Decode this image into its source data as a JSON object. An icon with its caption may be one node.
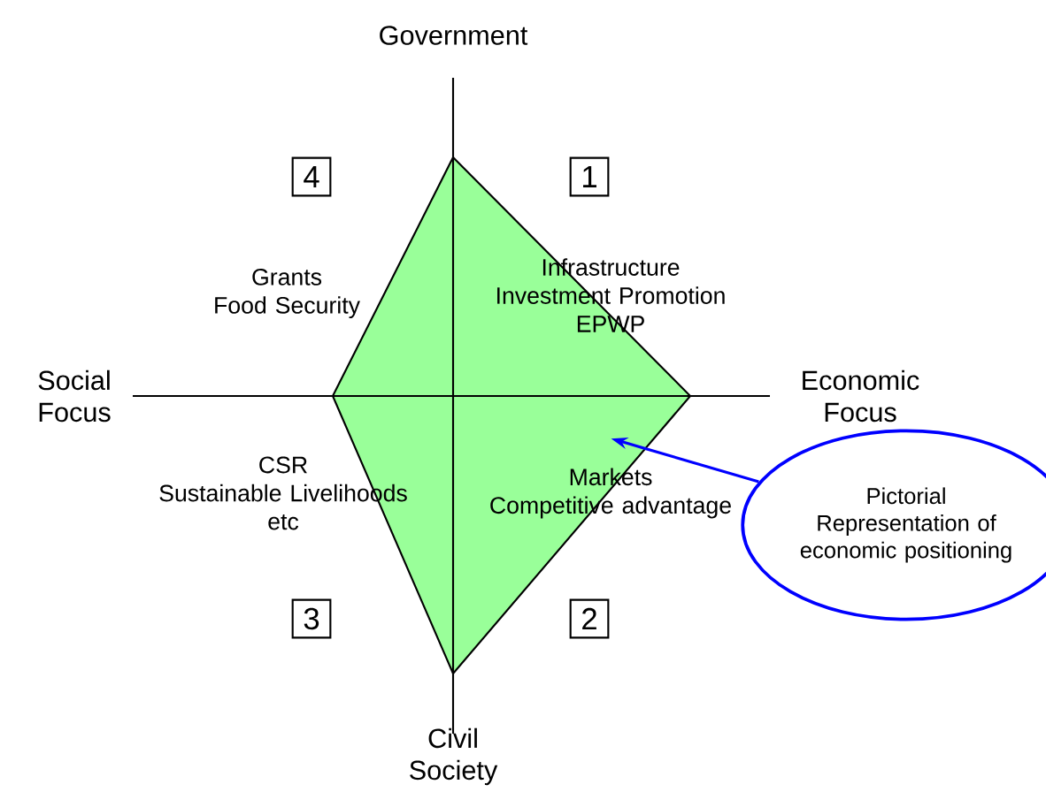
{
  "diagram": {
    "nodes": [
      {
        "text": [
          "4"
        ]
      },
      {
        "text": [
          "1"
        ]
      },
      {
        "text": [],
        "shape": "diamond"
      },
      {
        "text": [
          "3"
        ]
      },
      {
        "text": [
          "2"
        ]
      },
      {
        "text": [
          "Pictorial Representation of economic positioning"
        ]
      }
    ],
    "edges": [
      {
        "from": 5,
        "to": 2,
        "arrow": "to",
        "color": "#0000ff"
      }
    ],
    "labels": [
      "Government",
      "Grants Food Security",
      "Infrastructure Investment Promotion EPWP",
      "Social Focus",
      "Economic Focus",
      "CSR Sustainable Livelihoods etc",
      "Markets Competitive advantage",
      "Civil Society"
    ]
  }
}
